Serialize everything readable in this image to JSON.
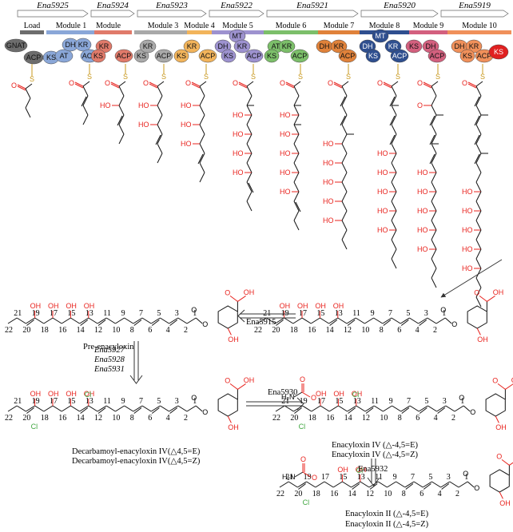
{
  "genes": [
    "Ena5925",
    "Ena5924",
    "Ena5923",
    "Ena5922",
    "Ena5921",
    "Ena5920",
    "Ena5919"
  ],
  "modules": [
    "Load",
    "Module 1",
    "Module",
    "Module 3",
    "Module 4",
    "Module 5",
    "Module 6",
    "Module 7",
    "Module 8",
    "Module 9",
    "Module 10"
  ],
  "domains": [
    "GNAT",
    "ACP",
    "KS",
    "AT",
    "DH",
    "KR",
    "MT",
    "S"
  ],
  "atoms": {
    "oh": "HO",
    "oh_r": "OH",
    "o": "O",
    "s": "S",
    "cl": "Cl",
    "h2n": "H₂N"
  },
  "labels": {
    "pre": "Pre-enacyloxin",
    "decarb1": "Decarbamoyl-enacyloxin IV(△4,5=E)",
    "decarb2": "Decarbamoyl-enacyloxin IV(△4,5=Z)",
    "iv1": "Enacyloxin IV (△-4,5=E)",
    "iv2": "Enacyloxin IV (△-4,5=Z)",
    "ii1": "Enacyloxin II (△-4,5=E)",
    "ii2": "Enacyloxin II (△-4,5=Z)"
  },
  "enzymes": {
    "e5915": "Ena5915",
    "e5927": "Ena5927",
    "e5928": "Ena5928",
    "e5931": "Ena5931",
    "e5930": "Ena5930",
    "e5932": "Ena5932"
  },
  "chain_numbers": [
    "22",
    "21",
    "20",
    "19",
    "18",
    "17",
    "16",
    "15",
    "14",
    "13",
    "12",
    "11",
    "10",
    "9",
    "8",
    "7",
    "6",
    "5",
    "4",
    "3",
    "2",
    "1"
  ],
  "colors": {
    "load": "#6d6d6d",
    "m1": "#8aa7d8",
    "m2": "#e07a6a",
    "m3": "#a9a9a9",
    "m4": "#f2b45b",
    "m5": "#9d92cf",
    "m6": "#7cbf6a",
    "m7": "#e0823a",
    "m8": "#2f4f8f",
    "m9": "#d3607e",
    "m10": "#f0905a",
    "red": "#e8231e",
    "gold": "#c8981e",
    "green": "#3da63d",
    "bond": "#111111"
  }
}
